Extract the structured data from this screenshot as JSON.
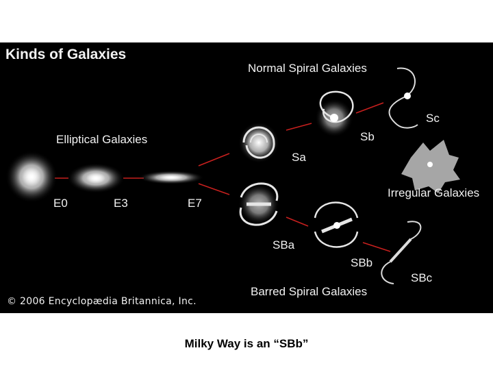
{
  "diagram": {
    "title": "Kinds of Galaxies",
    "copyright": "© 2006 Encyclopædia Britannica, Inc.",
    "groups": {
      "elliptical": "Elliptical Galaxies",
      "normal_spiral": "Normal Spiral Galaxies",
      "barred_spiral": "Barred Spiral Galaxies",
      "irregular": "Irregular Galaxies"
    },
    "types": {
      "e0": "E0",
      "e3": "E3",
      "e7": "E7",
      "sa": "Sa",
      "sb": "Sb",
      "sc": "Sc",
      "sba": "SBa",
      "sbb": "SBb",
      "sbc": "SBc"
    },
    "connector_color": "#c8201e"
  },
  "caption": "Milky Way is an “SBb”"
}
